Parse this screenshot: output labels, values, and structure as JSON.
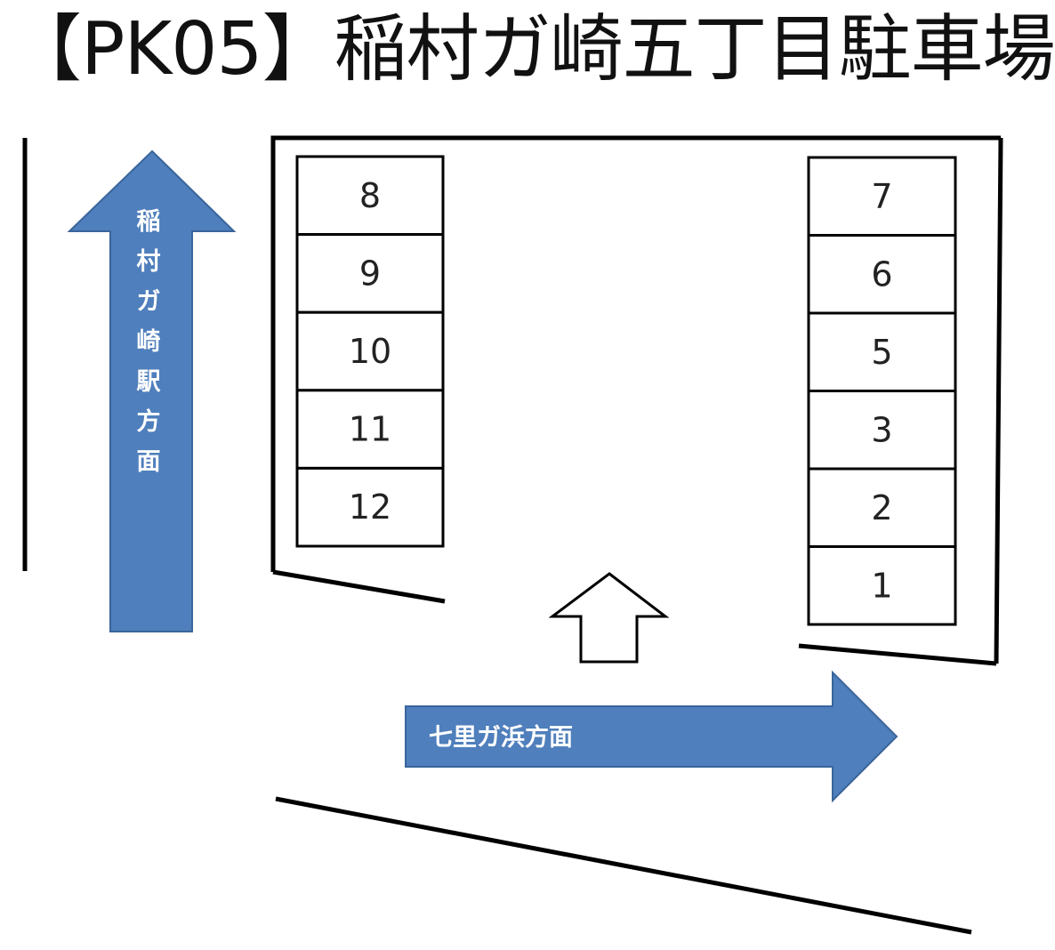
{
  "title": "【PK05】稲村ガ崎五丁目駐車場",
  "directions": {
    "north": "稲村ガ崎駅方面",
    "east": "七里ガ浜方面"
  },
  "slots_left": [
    "8",
    "9",
    "10",
    "11",
    "12"
  ],
  "slots_right": [
    "7",
    "6",
    "5",
    "3",
    "2",
    "1"
  ],
  "colors": {
    "arrow_fill": "#4F7FBC",
    "arrow_stroke": "#3A659B",
    "line": "#000000"
  }
}
